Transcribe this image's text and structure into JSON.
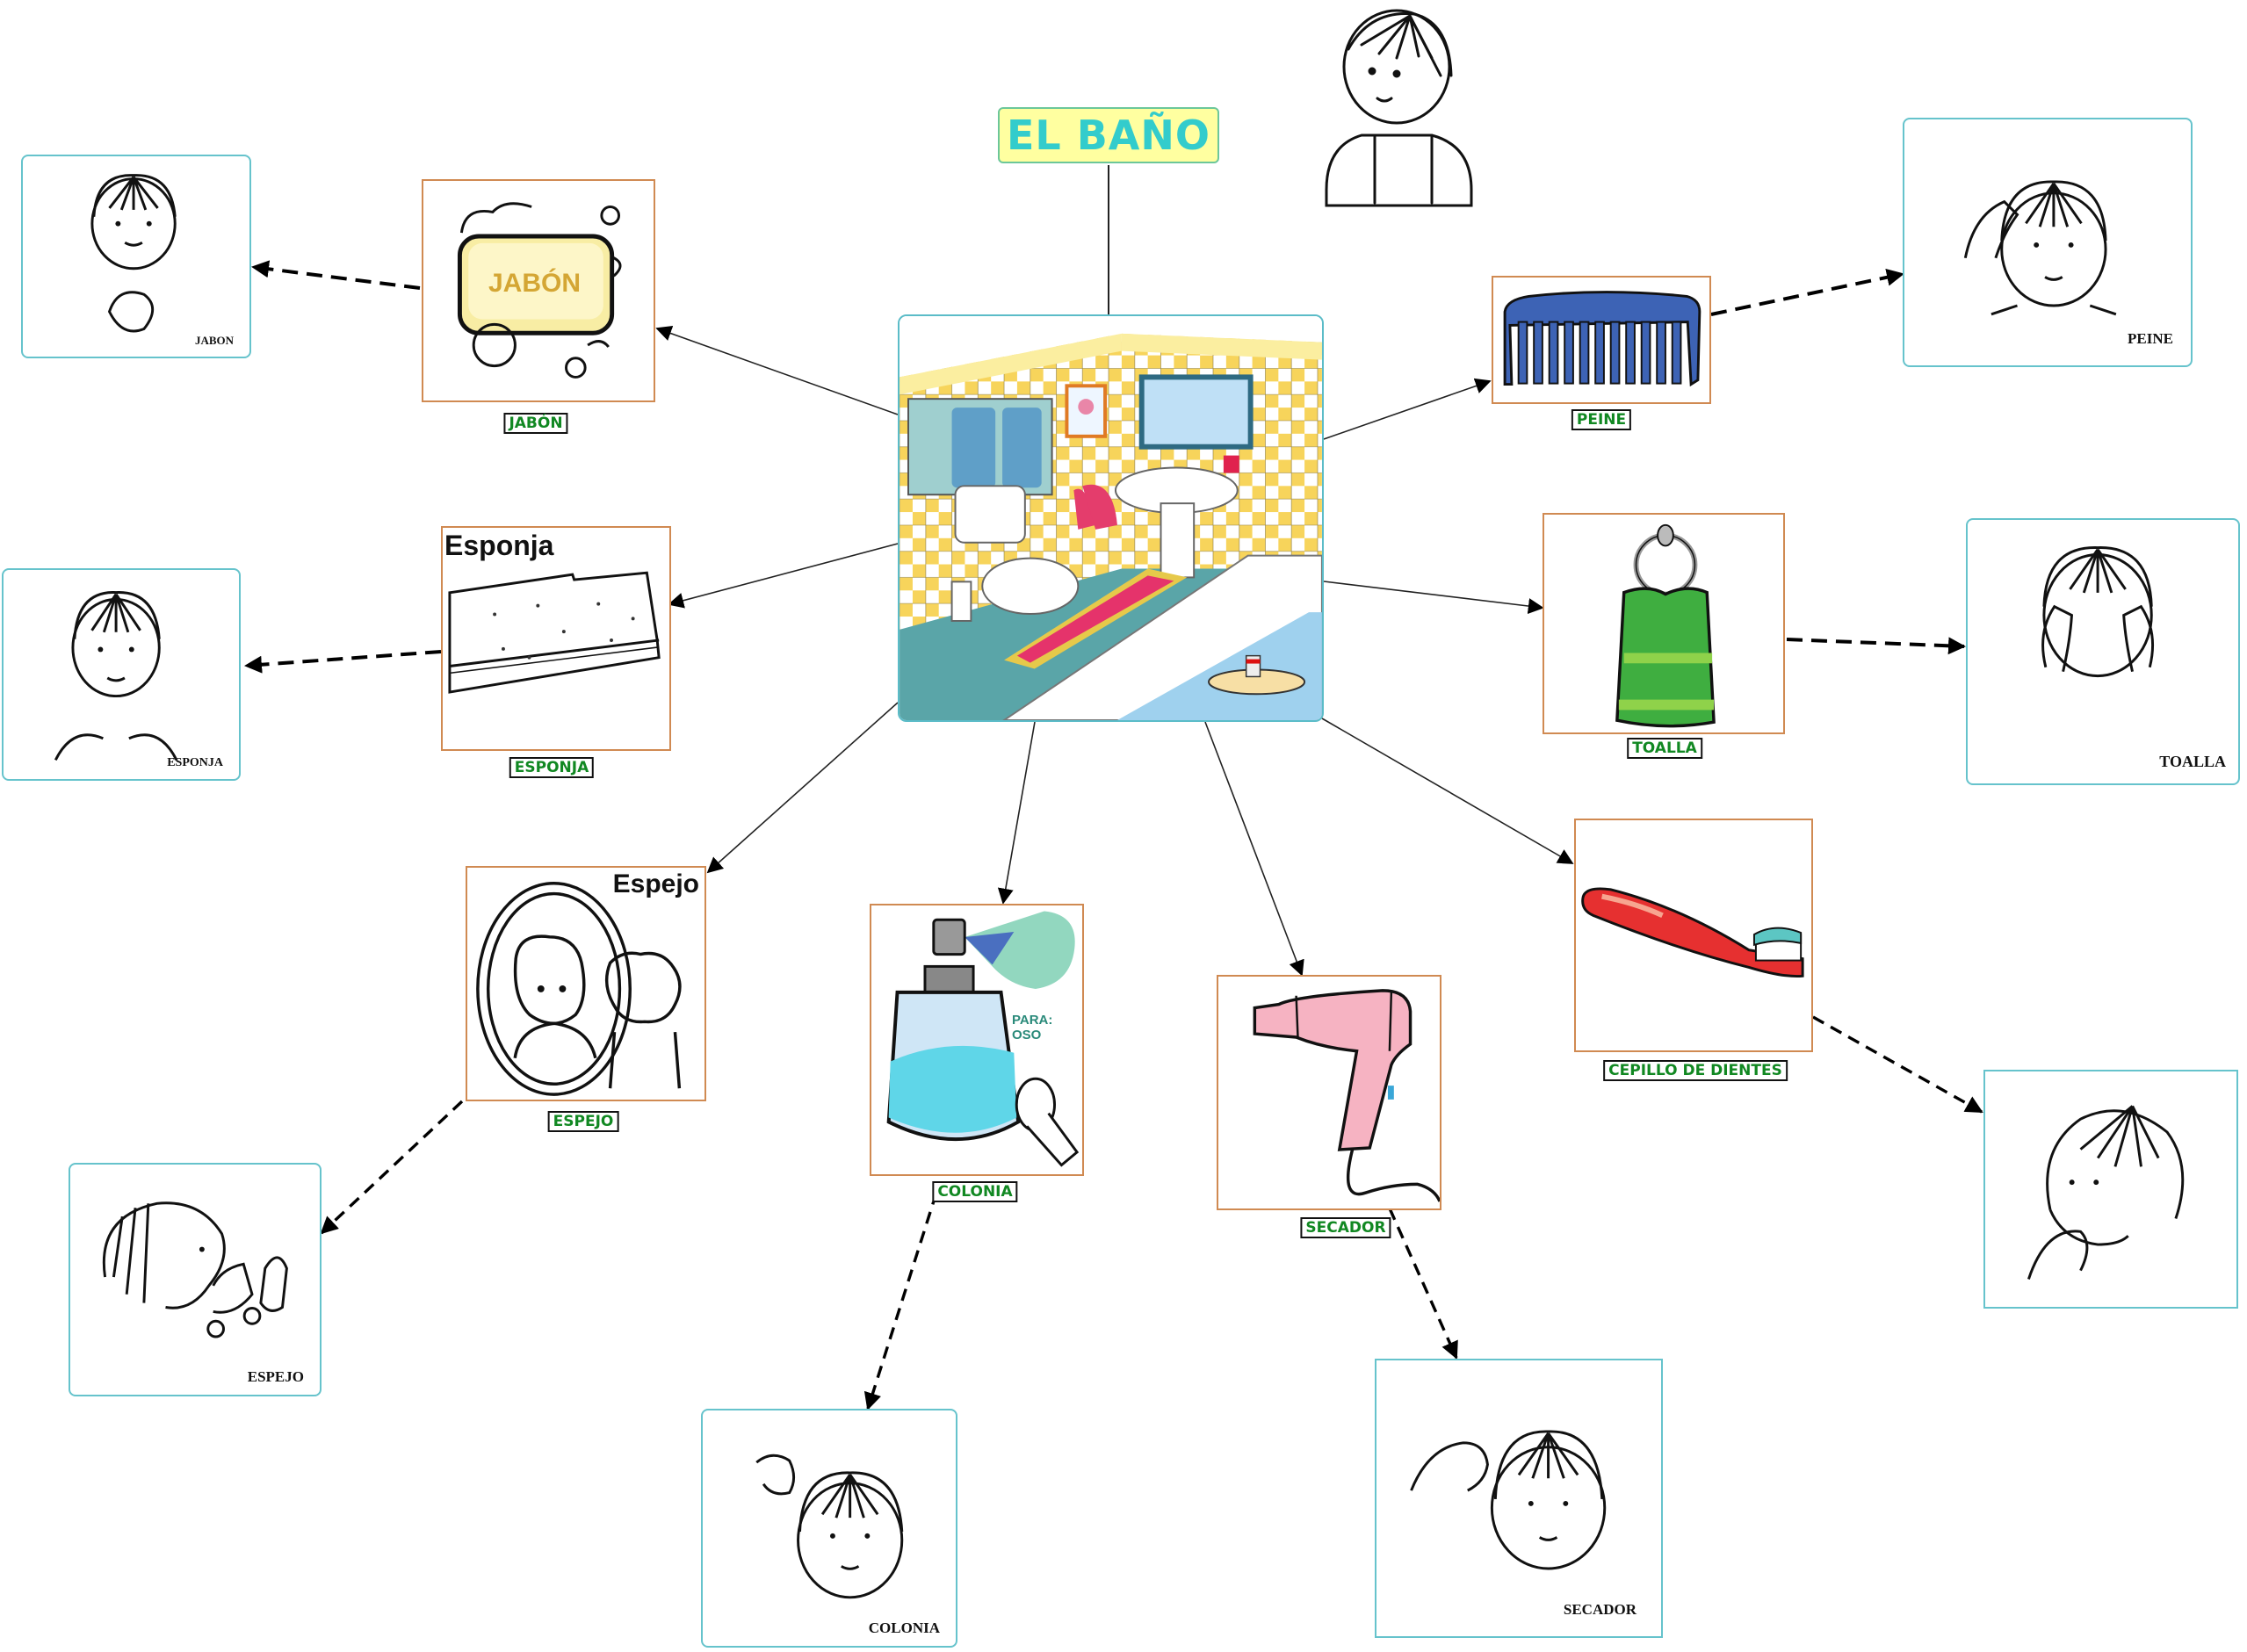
{
  "title": "EL BAÑO",
  "center_image": "bathroom-scene-illustration",
  "colors": {
    "title_text": "#33cccc",
    "title_fill": "#ffffa0",
    "title_border": "#6cc79a",
    "object_border": "#d08a52",
    "sign_border": "#66c3cc",
    "tag_text": "#118822"
  },
  "top_sign": {
    "image": "child-sign-illustration-bano"
  },
  "items": [
    {
      "id": "jabon",
      "label": "JABÓN",
      "picture_text": "JABÓN",
      "sign_caption": "JABON"
    },
    {
      "id": "esponja",
      "label": "ESPONJA",
      "picture_text": "Esponja",
      "sign_caption": "ESPONJA"
    },
    {
      "id": "espejo",
      "label": "ESPEJO",
      "picture_text": "Espejo",
      "sign_caption": "ESPEJO"
    },
    {
      "id": "colonia",
      "label": "COLONIA",
      "picture_text": "PARA: OSO",
      "sign_caption": "COLONIA"
    },
    {
      "id": "secador",
      "label": "SECADOR",
      "picture_text": "",
      "sign_caption": "SECADOR"
    },
    {
      "id": "cepillo",
      "label": "CEPILLO DE DIENTES",
      "picture_text": "",
      "sign_caption": ""
    },
    {
      "id": "toalla",
      "label": "TOALLA",
      "picture_text": "",
      "sign_caption": "TOALLA"
    },
    {
      "id": "peine",
      "label": "PEINE",
      "picture_text": "",
      "sign_caption": "PEINE"
    }
  ]
}
